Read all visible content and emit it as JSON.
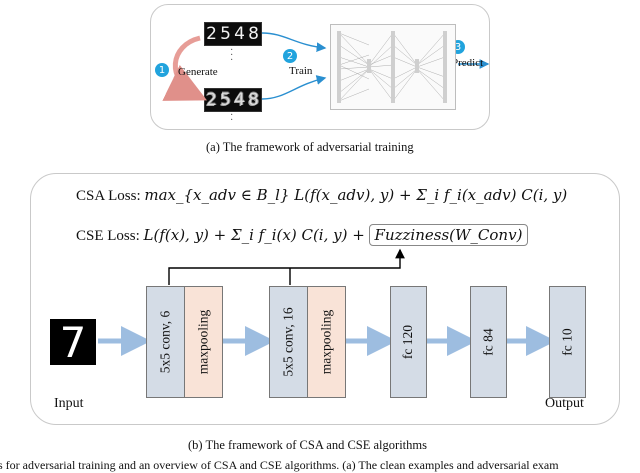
{
  "top_panel": {
    "clean_digits": [
      "2",
      "5",
      "4",
      "8"
    ],
    "adv_digits": [
      "2",
      "5",
      "4",
      "8"
    ],
    "steps": [
      {
        "num": "1",
        "label": "Generate"
      },
      {
        "num": "2",
        "label": "Train"
      },
      {
        "num": "3",
        "label": "Predict"
      }
    ],
    "caption": "(a) The framework of adversarial training"
  },
  "bottom_panel": {
    "csa_label": "CSA Loss:",
    "csa_formula": "max_{x_adv ∈ B_l} L(f(x_adv), y) + Σ_i f_i(x_adv) C(i, y)",
    "cse_label": "CSE Loss:",
    "cse_formula": "L(f(x), y) + Σ_i f_i(x) C(i, y) +",
    "fuzziness": "Fuzziness(W_Conv)",
    "input_digit": "7",
    "input_label": "Input",
    "output_label": "Output",
    "blocks": [
      "5x5 conv, 6",
      "maxpooling",
      "5x5 conv, 16",
      "maxpooling",
      "fc 120",
      "fc 84",
      "fc 10"
    ],
    "caption": "(b) The framework of CSA and CSE algorithms"
  },
  "bottom_text": "s for adversarial training and an overview of CSA and CSE algorithms. (a) The clean examples and adversarial exam"
}
